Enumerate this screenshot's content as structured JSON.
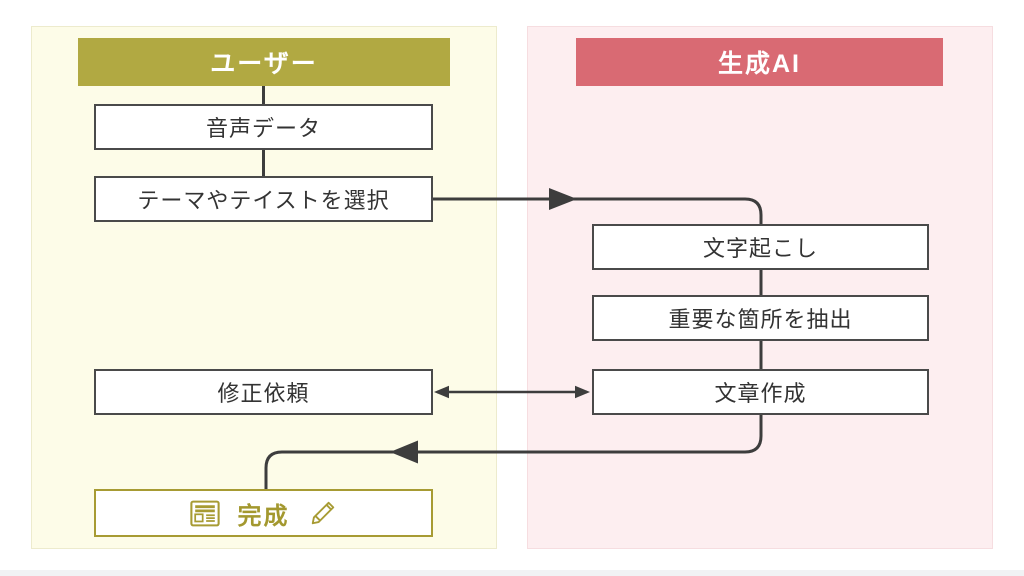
{
  "diagram": {
    "type": "swimlane-flowchart",
    "lanes": [
      {
        "id": "user",
        "label": "ユーザー",
        "header_color": "#b1a942",
        "bg_color": "#fdfce8"
      },
      {
        "id": "ai",
        "label": "生成AI",
        "header_color": "#d96a73",
        "bg_color": "#fdeef0"
      }
    ],
    "nodes": {
      "audio": {
        "lane": "user",
        "label": "音声データ"
      },
      "theme": {
        "lane": "user",
        "label": "テーマやテイストを選択"
      },
      "transcribe": {
        "lane": "ai",
        "label": "文字起こし"
      },
      "extract": {
        "lane": "ai",
        "label": "重要な箇所を抽出"
      },
      "revise": {
        "lane": "user",
        "label": "修正依頼"
      },
      "compose": {
        "lane": "ai",
        "label": "文章作成"
      },
      "done": {
        "lane": "user",
        "label": "完成",
        "accent_color": "#a79b33",
        "icons": [
          "newspaper-icon",
          "pencil-icon"
        ]
      }
    },
    "edges": [
      {
        "from": "lane-user-header",
        "to": "audio",
        "style": "plain"
      },
      {
        "from": "audio",
        "to": "theme",
        "style": "plain"
      },
      {
        "from": "theme",
        "to": "transcribe",
        "style": "arrow"
      },
      {
        "from": "transcribe",
        "to": "extract",
        "style": "plain"
      },
      {
        "from": "extract",
        "to": "compose",
        "style": "plain"
      },
      {
        "from": "revise",
        "to": "compose",
        "style": "double-arrow"
      },
      {
        "from": "compose",
        "to": "done",
        "style": "arrow"
      }
    ],
    "colors": {
      "connector": "#3d3d3d",
      "node_border": "#4a4a4a",
      "node_text": "#333333",
      "page_bg": "#ffffff"
    }
  }
}
